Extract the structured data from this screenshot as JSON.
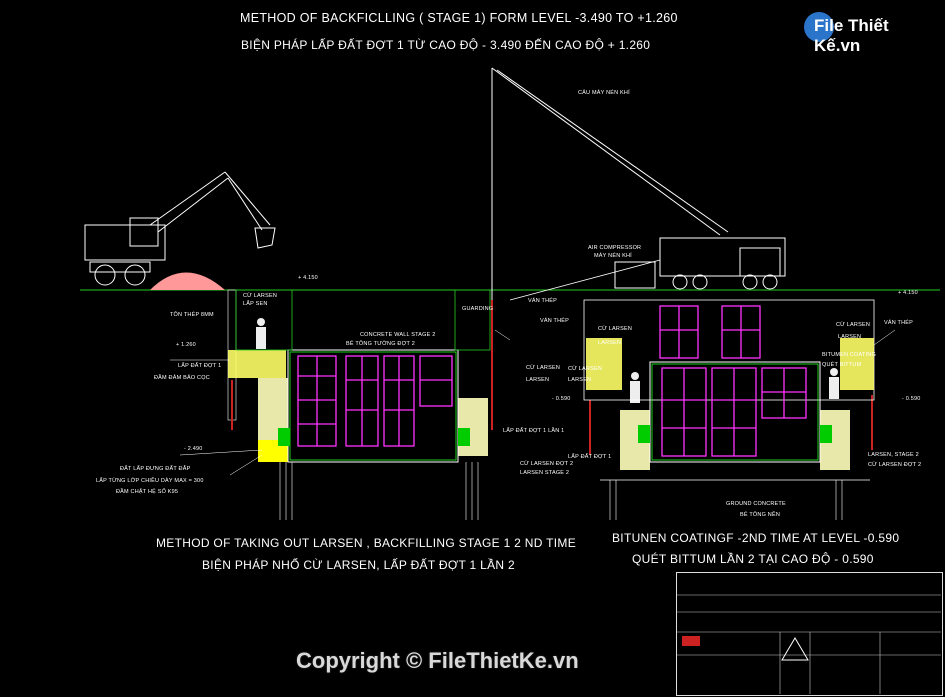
{
  "titles": {
    "stage1_en": "METHOD OF BACKFICLLING ( STAGE 1) FORM LEVEL -3.490 TO +1.260",
    "stage1_vi": "BIỆN PHÁP LẤP ĐẤT ĐỢT 1 TỪ CAO ĐỘ  - 3.490  ĐẾN CAO ĐỘ + 1.260",
    "stage2_en": "METHOD OF TAKING OUT LARSEN , BACKFILLING STAGE 1 2 ND TIME",
    "stage2_vi": "BIỆN PHÁP NHỔ CỪ LARSEN, LẤP ĐẤT ĐỢT 1 LẦN 2",
    "bitumen_en": "BITUNEN COATINGF -2ND TIME AT LEVEL -0.590",
    "bitumen_vi": "QUÉT BITTUM LẦN 2 TẠI CAO ĐỘ - 0.590"
  },
  "logo": {
    "text": "File Thiết Kế.vn"
  },
  "copyright": "Copyright © FileThietKe.vn",
  "labels": {
    "cau_may": "CẨU MÁY NÉN KHÍ",
    "air_comp": "AIR COMPRESSOR",
    "may_nen": "MÁY NÉN KHÍ",
    "cu_larsen_1": "CỪ LARSEN",
    "larsen_1": "LẮP SEN",
    "ton_thep": "TÔN THÉP 8MM",
    "lap_dat_dot1": "LẤP ĐẤT ĐỢT 1",
    "dam_bao": "ĐẦM ĐẢM BẢO CỌC",
    "concrete_wall": "CONCRETE WALL STAGE 2",
    "be_tong_tuong": "BÊ TÔNG TƯỜNG ĐỢT 2",
    "guarding": "GUARDING",
    "van_thep_1": "VÁN THÉP",
    "van_thep_2": "VÁN THÉP",
    "cu_larsen_2": "CỪ LARSEN",
    "larsen_2": "LARSEN",
    "cu_larsen_3": "CỪ LARSEN",
    "larsen_3": "LARSEN",
    "lap_dat_lan1": "LẤP ĐẤT ĐỢT 1 LẦN 1",
    "cu_larsen_dot2": "CỪ LARSEN ĐỢT 2",
    "larsen_stage2": "LARSEN STAGE 2",
    "dat_lap_dung": "ĐẤT LẤP ĐƯNG ĐẤT ĐẮP",
    "lap_tung_lop": "LẤP TỪNG LỚP CHIỀU DÀY MAX = 300",
    "dam_chat": "ĐẦM CHẶT HỆ SỐ K95",
    "cu_larsen_4": "CỪ LARSEN",
    "larsen_4": "LARSEN",
    "bitumen_label": "BITUMEN COATING",
    "quet_bitum": "QUÉT BITTUM",
    "van_thep_3": "VÁN THÉP",
    "cu_larsen_5": "CỪ LARSEN",
    "larsen_5": "LARSEN",
    "lap_dat_dot1_b": "LẤP ĐẤT ĐỢT 1",
    "larsen_stage2_b": "LARSEN, STAGE 2",
    "cu_larsen_dot2_b": "CỪ LARSEN ĐỢT 2",
    "ground_concrete": "GROUND CONCRETE",
    "be_tong_nen": "BÊ TÔNG NỀN"
  },
  "levels": {
    "l1": "+ 4.150",
    "l2": "+ 1.260",
    "l3": "- 2.490",
    "l4": "- 0.590",
    "l5": "+ 4.150",
    "l6": "- 0.590"
  }
}
